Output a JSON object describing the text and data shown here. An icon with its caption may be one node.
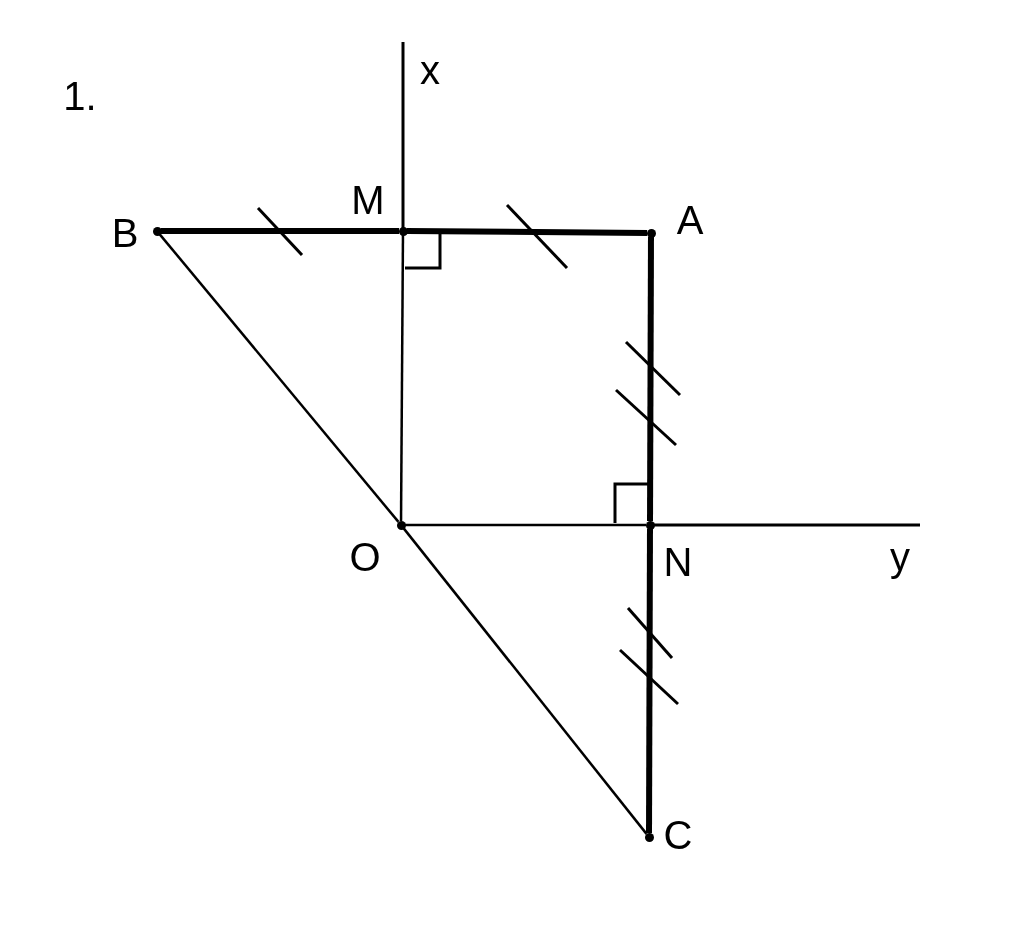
{
  "diagram": {
    "nodes": [
      {
        "text": [
          "B"
        ]
      },
      {
        "text": [
          "M"
        ]
      },
      {
        "text": [
          "A"
        ]
      },
      {
        "text": [
          "O"
        ]
      },
      {
        "text": [
          "N"
        ]
      },
      {
        "text": [
          "C"
        ]
      }
    ],
    "edges": [
      {
        "from": 0,
        "to": 1,
        "arrow": "none",
        "style": "thick"
      },
      {
        "from": 1,
        "to": 2,
        "arrow": "none",
        "style": "thick"
      },
      {
        "from": 2,
        "to": 4,
        "arrow": "none",
        "style": "thick"
      },
      {
        "from": 4,
        "to": 5,
        "arrow": "none",
        "style": "thick"
      },
      {
        "from": 0,
        "to": 3,
        "arrow": "none"
      },
      {
        "from": 3,
        "to": 5,
        "arrow": "none"
      },
      {
        "from": 3,
        "to": 1,
        "arrow": "none"
      },
      {
        "from": 3,
        "to": 4,
        "arrow": "none"
      }
    ],
    "labels": [
      "1.",
      "x",
      "y"
    ]
  }
}
